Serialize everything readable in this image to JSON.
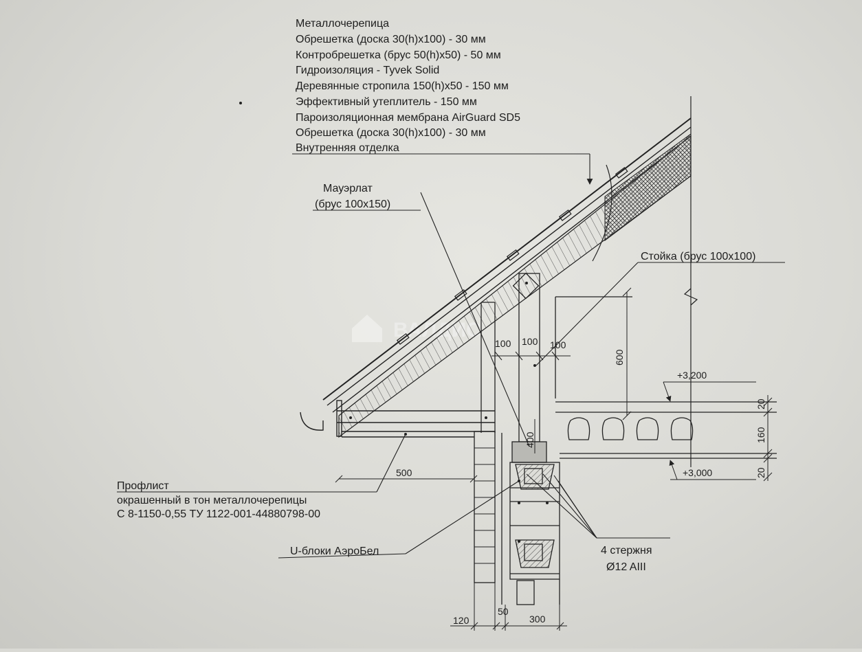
{
  "layers": [
    "Металлочерепица",
    "Обрешетка (доска 30(h)x100) - 30 мм",
    "Контробрешетка (брус 50(h)x50) - 50 мм",
    "Гидроизоляция - Tyvek Solid",
    "Деревянные стропила 150(h)x50 - 150 мм",
    "Эффективный утеплитель - 150 мм",
    "Пароизоляционная мембрана AirGuard SD5",
    "Обрешетка (доска 30(h)x100) - 30 мм",
    "Внутренняя отделка"
  ],
  "callouts": {
    "mauerlat_title": "Мауэрлат",
    "mauerlat_size": "(брус 100x150)",
    "post": "Стойка (брус 100x100)",
    "profile_line1": "Профлист",
    "profile_line2": "окрашенный в тон металлочерепицы",
    "profile_line3": "С 8-1150-0,55 ТУ 1122-001-44880798-00",
    "ublocks": "U-блоки АэроБел",
    "rebar_line1": "4 стержня",
    "rebar_line2": "Ø12 AIII"
  },
  "dimensions": {
    "d100_left": "100",
    "d100_mid": "100",
    "d100_right": "100",
    "d600": "600",
    "d500": "500",
    "d400": "400",
    "d20_top": "20",
    "d160": "160",
    "d20_bottom": "20",
    "d120": "120",
    "d50": "50",
    "d300": "300",
    "level_top": "+3,200",
    "level_bottom": "+3,000"
  },
  "watermark": "ВАЛДИС"
}
